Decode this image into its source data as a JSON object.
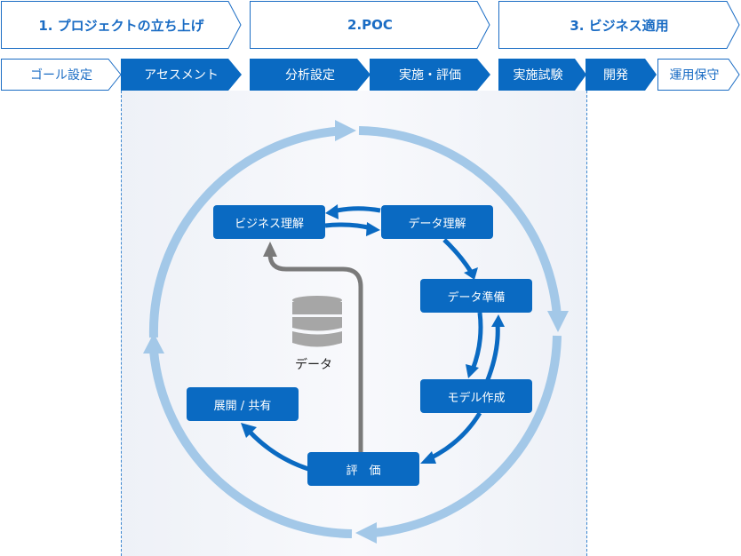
{
  "phases": [
    {
      "label": "1. プロジェクトの立ち上げ"
    },
    {
      "label": "2.POC"
    },
    {
      "label": "3. ビジネス適用"
    }
  ],
  "steps": [
    {
      "label": "ゴール設定",
      "style": "outline"
    },
    {
      "label": "アセスメント",
      "style": "filled"
    },
    {
      "label": "分析設定",
      "style": "filled"
    },
    {
      "label": "実施・評価",
      "style": "filled"
    },
    {
      "label": "実施試験",
      "style": "filled"
    },
    {
      "label": "開発",
      "style": "filled"
    },
    {
      "label": "運用保守",
      "style": "outline"
    }
  ],
  "cycle": {
    "nodes": {
      "business": "ビジネス理解",
      "data_understanding": "データ理解",
      "data_preparation": "データ準備",
      "modeling": "モデル作成",
      "evaluation": "評　価",
      "deployment": "展開 / 共有"
    },
    "database_label": "データ"
  },
  "colors": {
    "primary": "#0a6ac2",
    "outer_ring": "#a3c8e8",
    "feedback_arrow": "#7a7a7a",
    "database": "#a6a6a6",
    "phase_text": "#1a6cc4"
  }
}
